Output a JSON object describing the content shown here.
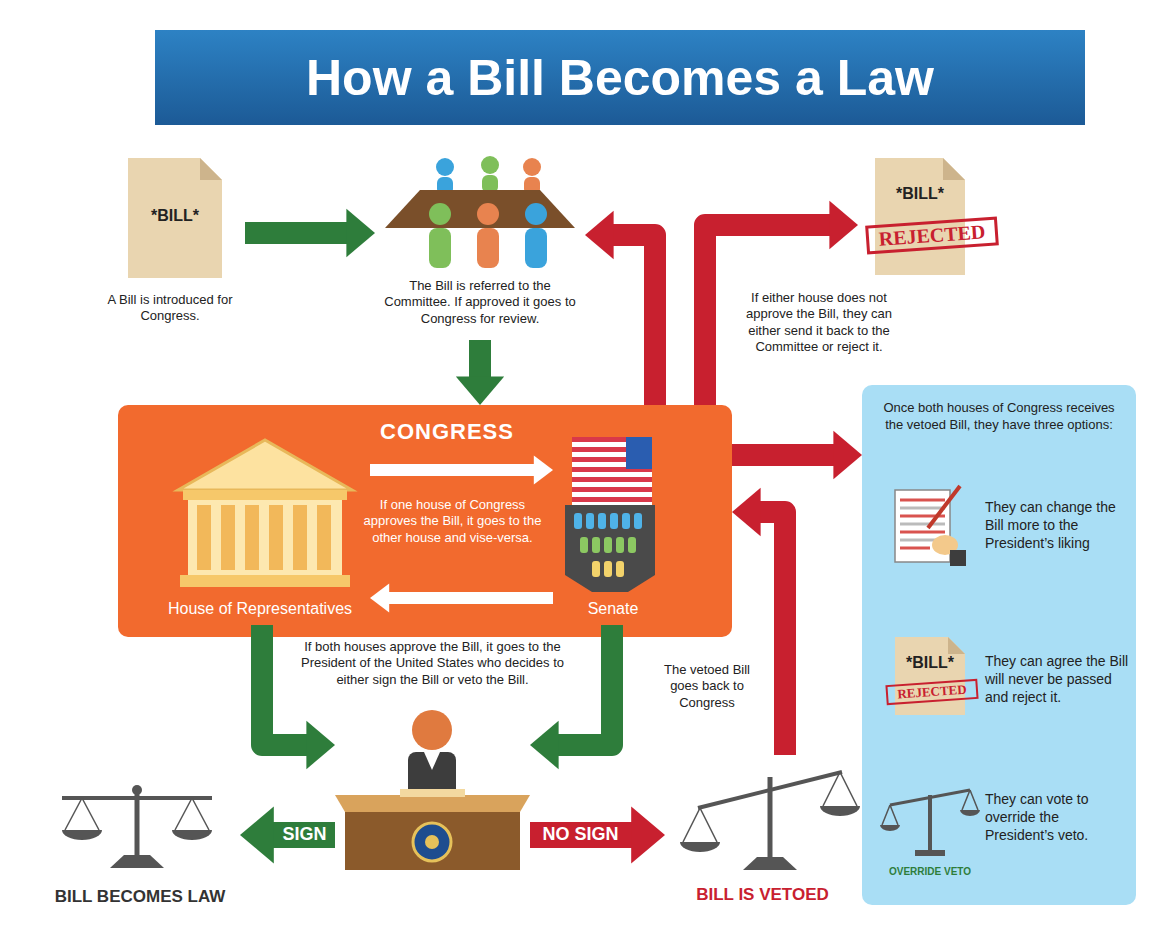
{
  "diagram": {
    "title": "How a Bill Becomes a Law",
    "nodes": [
      {
        "text": [
          "*BILL*",
          "A Bill is introduced for Congress."
        ]
      },
      {
        "text": [
          "The Bill is referred to the Committee. If approved it goes to Congress for review."
        ]
      },
      {
        "text": [
          "*BILL*",
          "REJECTED"
        ]
      },
      {
        "text": [
          "CONGRESS",
          "If one house of Congress approves the Bill, it goes to the other house and vise-versa."
        ]
      },
      {
        "text": [
          "House of Representatives"
        ],
        "in": 3
      },
      {
        "text": [
          "Senate"
        ],
        "in": 3
      },
      {
        "text": [
          "Once both houses of Congress receives the vetoed Bill, they have three options:"
        ]
      },
      {
        "text": [
          "They can change the Bill more to the President’s liking"
        ],
        "in": 6
      },
      {
        "text": [
          "*BILL*",
          "REJECTED",
          "They can agree the Bill will never be passed and reject it."
        ],
        "in": 6
      },
      {
        "text": [
          "OVERRIDE VETO",
          "They can vote to override the President’s veto."
        ],
        "in": 6
      },
      {
        "text": [
          "If both houses approve the Bill, it goes to the President of the United States who decides to either sign the Bill or veto the Bill."
        ]
      },
      {
        "text": [
          "BILL BECOMES LAW"
        ]
      },
      {
        "text": [
          "BILL IS VETOED"
        ]
      }
    ],
    "edges": [
      {
        "from": 0,
        "to": 1,
        "arrow": "to"
      },
      {
        "from": 1,
        "to": 3,
        "arrow": "to"
      },
      {
        "from": 3,
        "to": 1,
        "arrow": "to"
      },
      {
        "from": 3,
        "to": 2,
        "arrow": "to"
      },
      {
        "from": 4,
        "to": 5,
        "arrow": "to"
      },
      {
        "from": 5,
        "to": 4,
        "arrow": "to"
      },
      {
        "from": 4,
        "to": 10,
        "arrow": "to"
      },
      {
        "from": 5,
        "to": 10,
        "arrow": "to"
      },
      {
        "from": 10,
        "to": 11,
        "label": "SIGN",
        "arrow": "to"
      },
      {
        "from": 10,
        "to": 12,
        "label": "NO SIGN",
        "arrow": "to"
      },
      {
        "from": 12,
        "to": 3,
        "label": "The vetoed Bill goes back to Congress",
        "arrow": "to"
      },
      {
        "from": 3,
        "to": 6,
        "arrow": "to"
      }
    ],
    "labels": [
      "If either house does not approve the Bill, they can either send it back to the Committee or reject it."
    ]
  }
}
